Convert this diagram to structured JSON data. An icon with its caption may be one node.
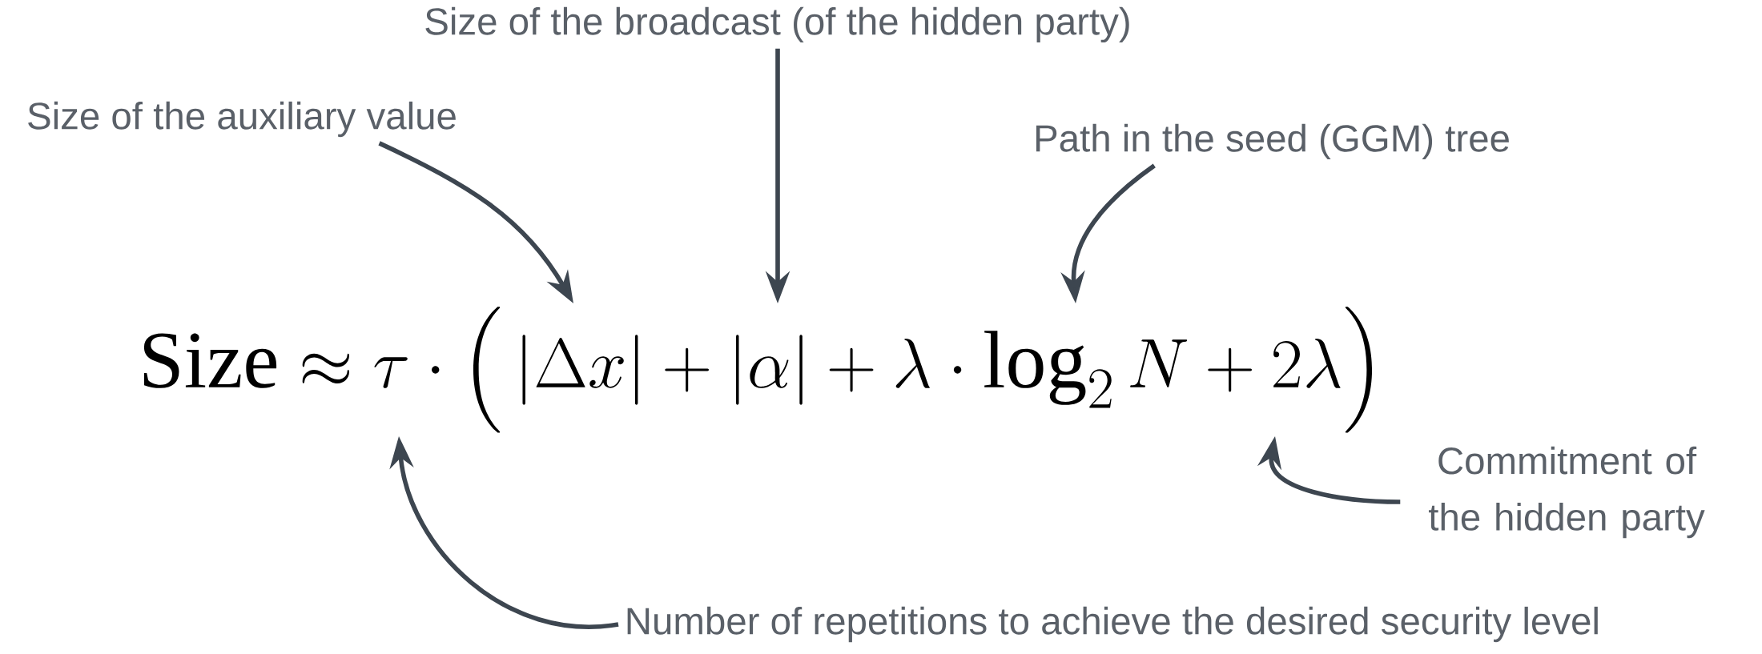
{
  "diagram": {
    "nodes": [
      {
        "text": [
          "Size of the broadcast (of the hidden party)"
        ]
      },
      {
        "text": [
          "Size of the auxiliary value"
        ]
      },
      {
        "text": [
          "Path in the seed (GGM) tree"
        ]
      },
      {
        "text": [
          "Commitment of the hidden party"
        ]
      },
      {
        "text": [
          "Number of repetitions to achieve the desired security level"
        ]
      },
      {
        "text": [
          "\\mathrm{Size} \\approx \\tau \\cdot \\Big(\\,|\\Delta x| + |\\alpha| + \\lambda \\cdot \\log_2 N + 2\\lambda\\Big)"
        ]
      }
    ],
    "edges": [
      {
        "from": 0,
        "to": 5,
        "arrow": "to"
      },
      {
        "from": 1,
        "to": 5,
        "arrow": "to"
      },
      {
        "from": 2,
        "to": 5,
        "arrow": "to"
      },
      {
        "from": 3,
        "to": 5,
        "arrow": "to"
      },
      {
        "from": 4,
        "to": 5,
        "arrow": "to"
      }
    ]
  }
}
